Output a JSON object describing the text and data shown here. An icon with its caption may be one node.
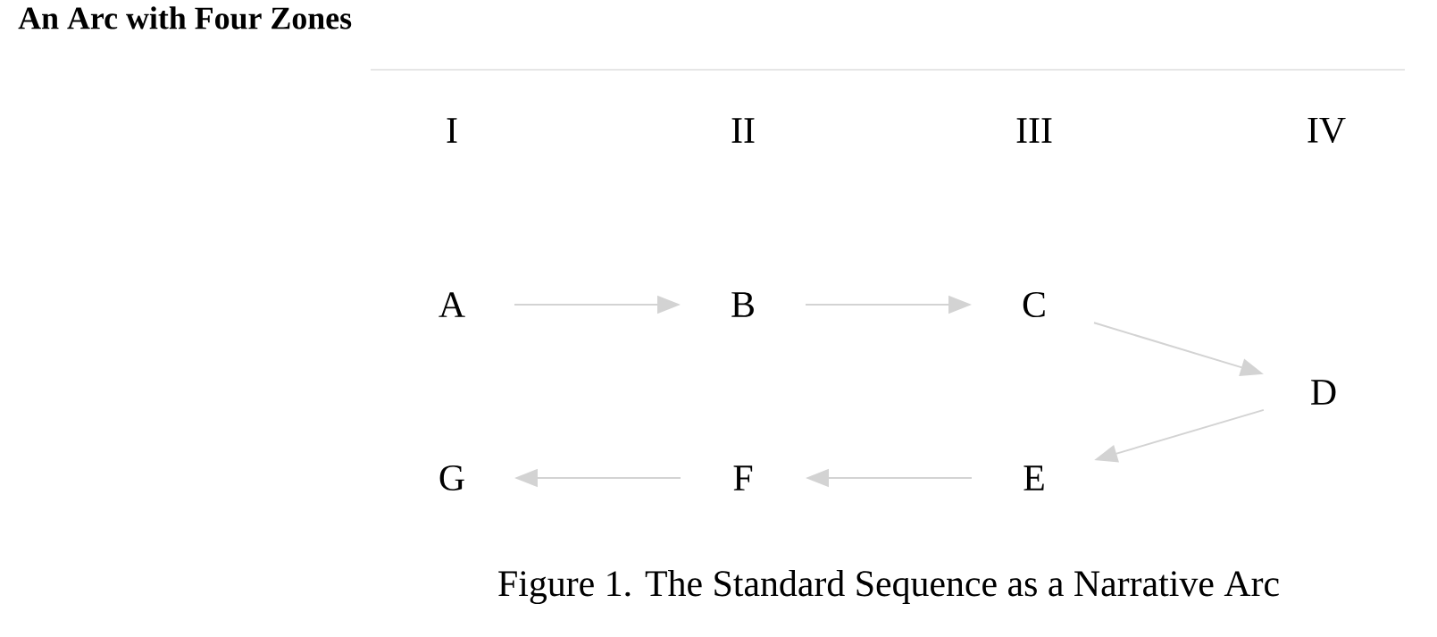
{
  "diagram": {
    "title": "An Arc with Four Zones",
    "caption": "Figure 1. The Standard Sequence as a Narrative Arc",
    "nodes": [
      {
        "text": [
          "A"
        ]
      },
      {
        "text": [
          "B"
        ]
      },
      {
        "text": [
          "C"
        ]
      },
      {
        "text": [
          "D"
        ]
      },
      {
        "text": [
          "E"
        ]
      },
      {
        "text": [
          "F"
        ]
      },
      {
        "text": [
          "G"
        ]
      }
    ],
    "edges": [
      {
        "from": 0,
        "to": 1,
        "arrow": "to"
      },
      {
        "from": 1,
        "to": 2,
        "arrow": "to"
      },
      {
        "from": 2,
        "to": 3,
        "arrow": "to"
      },
      {
        "from": 3,
        "to": 4,
        "arrow": "to"
      },
      {
        "from": 4,
        "to": 5,
        "arrow": "to"
      },
      {
        "from": 5,
        "to": 6,
        "arrow": "to"
      }
    ],
    "labels": [
      "I",
      "II",
      "III",
      "IV"
    ]
  }
}
